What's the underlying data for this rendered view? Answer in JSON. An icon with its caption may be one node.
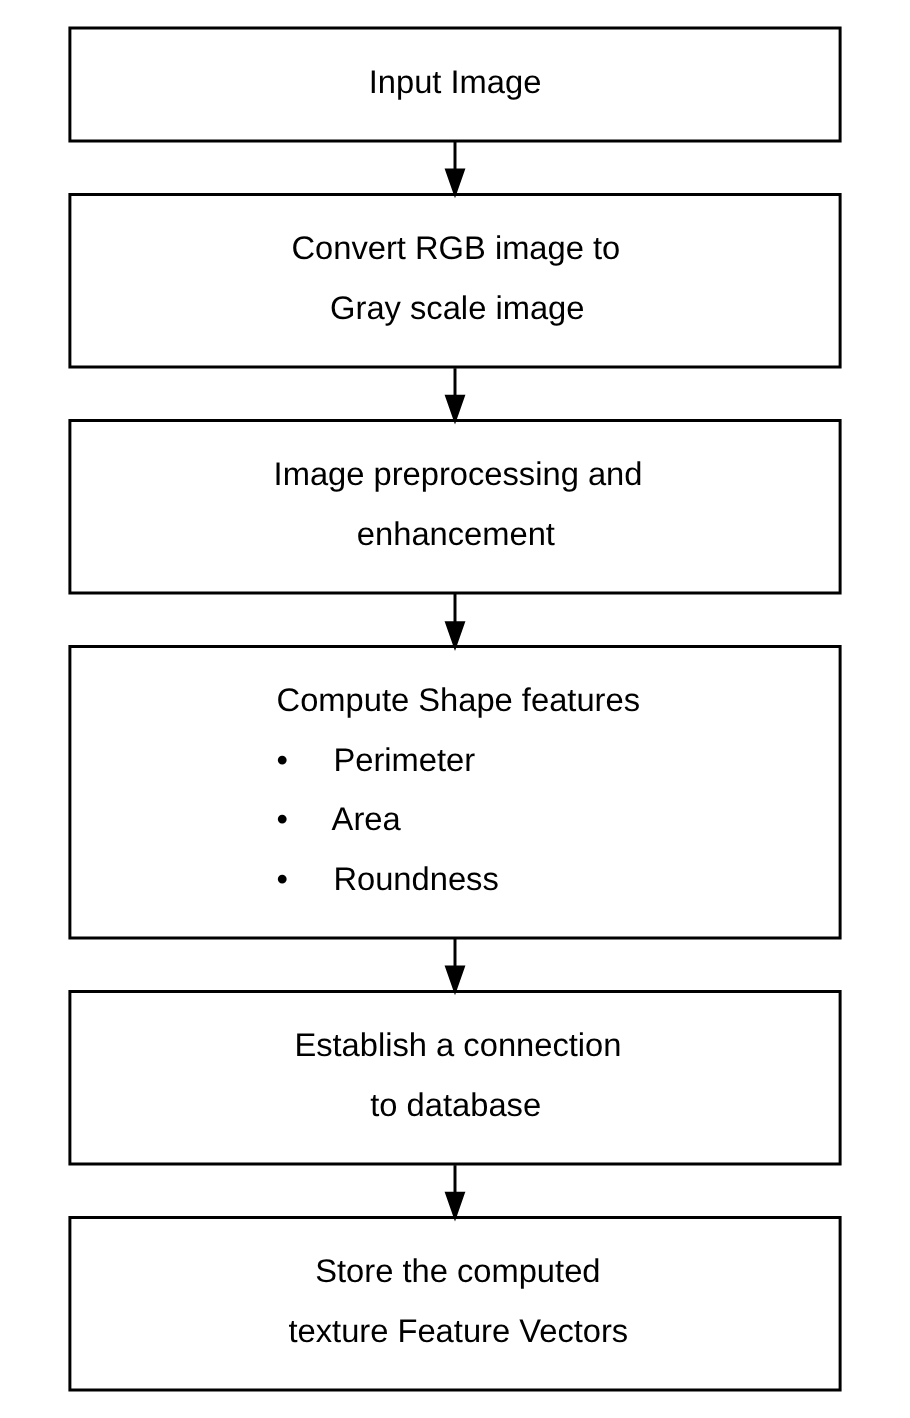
{
  "diagram": {
    "nodes": [
      {
        "text": [
          "Input Image"
        ]
      },
      {
        "text": [
          "Convert RGB image to Gray scale image"
        ]
      },
      {
        "text": [
          "Image preprocessing and enhancement"
        ]
      },
      {
        "text": [
          "Compute Shape features",
          "•     Perimeter",
          "•     Area",
          "•     Roundness"
        ]
      },
      {
        "text": [
          "Establish a connection to database"
        ]
      },
      {
        "text": [
          "Store the computed texture Feature Vectors"
        ]
      }
    ],
    "edges": [
      {
        "from": 0,
        "to": 1,
        "arrow": "to"
      },
      {
        "from": 1,
        "to": 2,
        "arrow": "to"
      },
      {
        "from": 2,
        "to": 3,
        "arrow": "to"
      },
      {
        "from": 3,
        "to": 4,
        "arrow": "to"
      },
      {
        "from": 4,
        "to": 5,
        "arrow": "to"
      }
    ]
  }
}
